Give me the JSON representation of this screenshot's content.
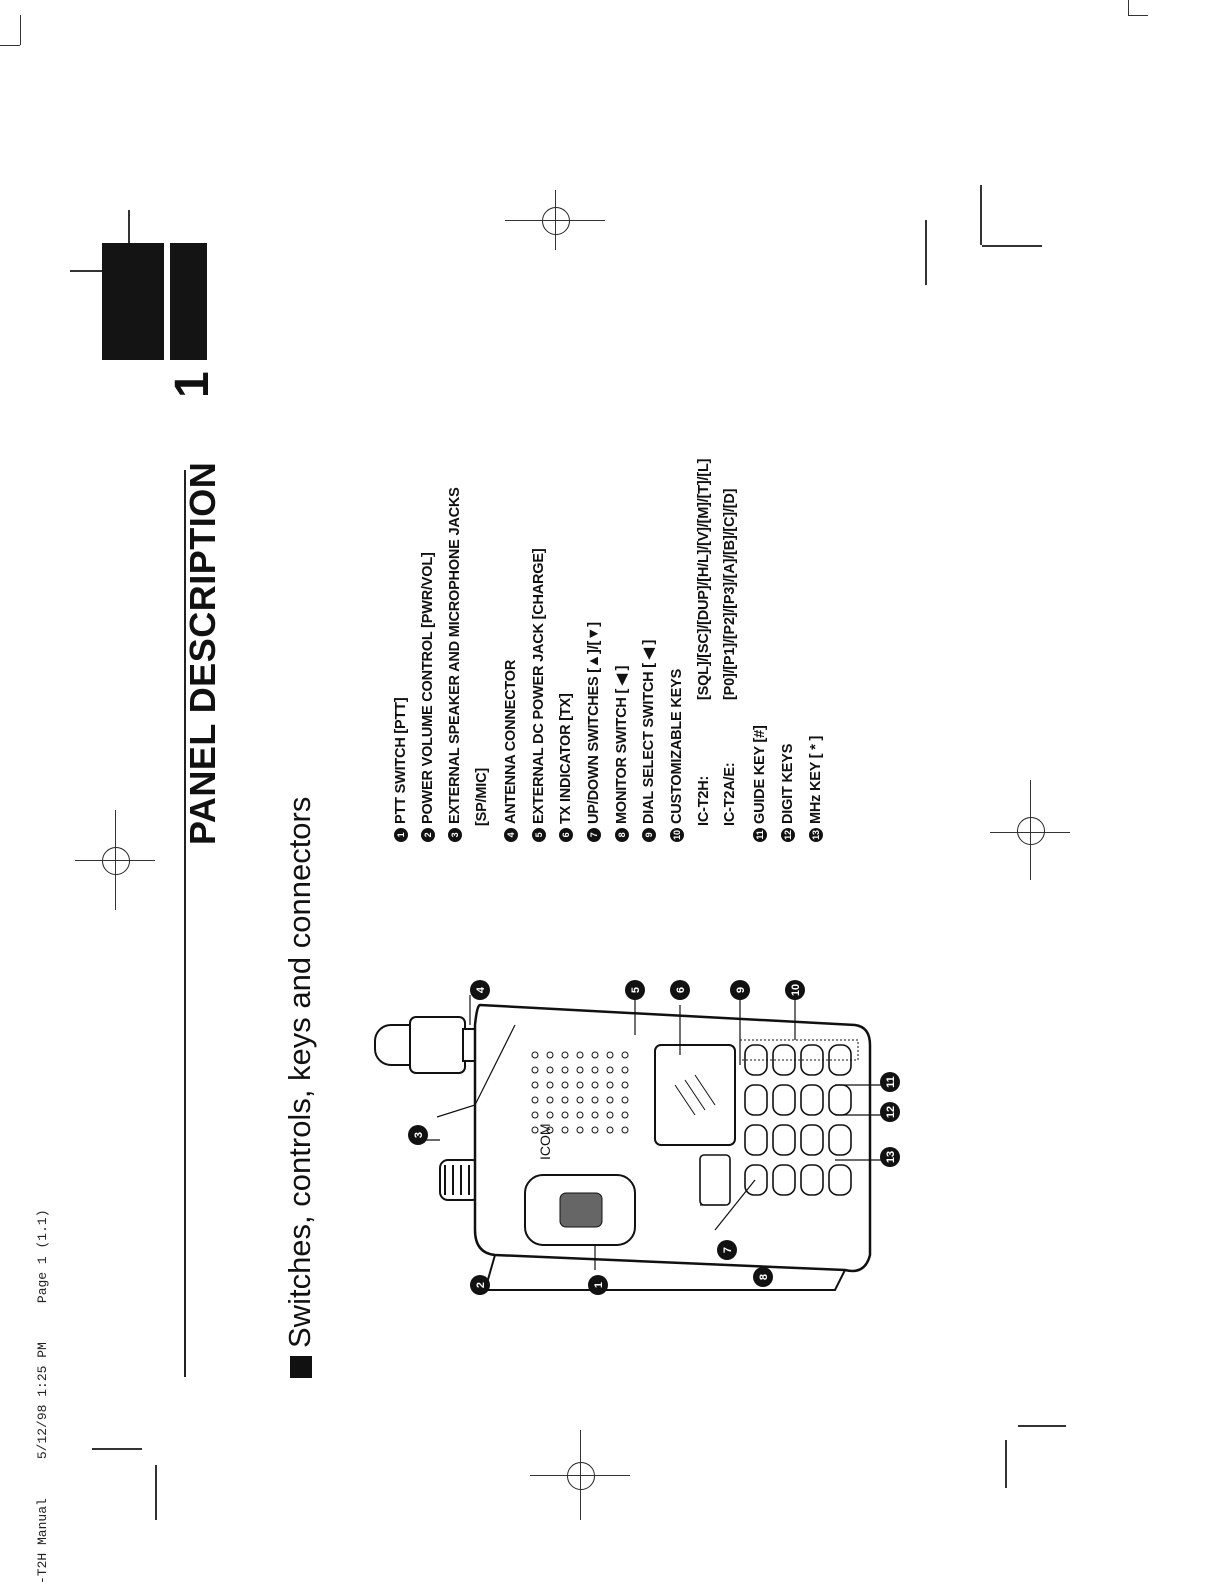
{
  "header": {
    "doc": "-T2H Manual",
    "date": "5/12/98 1:25 PM",
    "page": "Page 1 (1.1)"
  },
  "chapter": {
    "number": "1",
    "title": "PANEL DESCRIPTION"
  },
  "section": {
    "title": "Switches, controls, keys and connectors"
  },
  "items": [
    {
      "n": "1",
      "text": "PTT SWITCH [PTT]"
    },
    {
      "n": "2",
      "text": "POWER VOLUME CONTROL [PWR/VOL]"
    },
    {
      "n": "3",
      "text": "EXTERNAL SPEAKER AND MICROPHONE JACKS"
    },
    {
      "n": "",
      "text": "[SP/MIC]"
    },
    {
      "n": "4",
      "text": "ANTENNA CONNECTOR"
    },
    {
      "n": "5",
      "text": "EXTERNAL DC POWER JACK [CHARGE]"
    },
    {
      "n": "6",
      "text": "TX INDICATOR [TX]"
    },
    {
      "n": "7",
      "text": "UP/DOWN SWITCHES [▲]/[▼]"
    },
    {
      "n": "8",
      "text": "MONITOR SWITCH [ ◀ ]"
    },
    {
      "n": "9",
      "text": "DIAL SELECT SWITCH [ ◀ ]"
    },
    {
      "n": "10",
      "text": "CUSTOMIZABLE KEYS"
    },
    {
      "n": "",
      "text": "IC-T2H:",
      "detail": "[SQL]/[SC]/[DUP]/[H/L]/[V]/[M]/[T]/[L]"
    },
    {
      "n": "",
      "text": "IC-T2A/E:",
      "detail": "[P0]/[P1]/[P2]/[P3]/[A]/[B]/[C]/[D]"
    },
    {
      "n": "11",
      "text": "GUIDE KEY [#]"
    },
    {
      "n": "12",
      "text": "DIGIT KEYS"
    },
    {
      "n": "13",
      "text": "MHz KEY [ * ]"
    }
  ],
  "figure": {
    "brand": "ICOM",
    "callouts": [
      "1",
      "2",
      "3",
      "4",
      "5",
      "6",
      "7",
      "8",
      "9",
      "10",
      "11",
      "12",
      "13"
    ]
  }
}
